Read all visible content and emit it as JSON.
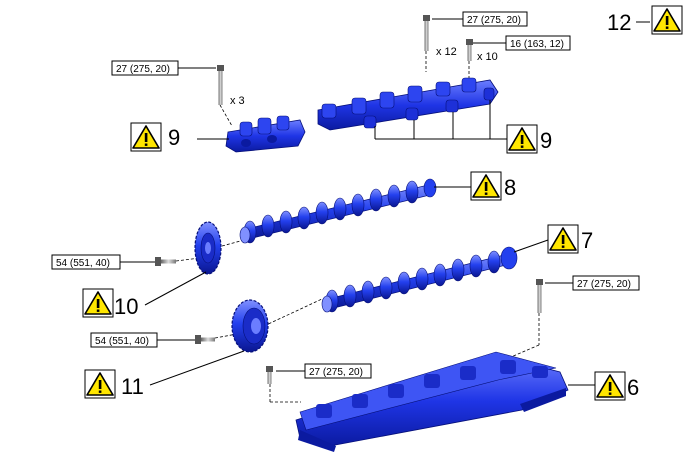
{
  "colors": {
    "part_fill": "#1f35e6",
    "part_dark": "#0b1aa0",
    "part_light": "#6b7dff",
    "warning_fill": "#ffe600",
    "line": "#000000"
  },
  "torque_labels": {
    "t_camcap_top": "27 (275, 20)",
    "t_camcap_small": "16 (163, 12)",
    "t_camcap_left": "27 (275, 20)",
    "t_gear_upper": "54 (551, 40)",
    "t_gear_lower": "54 (551, 40)",
    "t_housing_right": "27 (275, 20)",
    "t_housing_left": "27 (275, 20)"
  },
  "quantities": {
    "q_x12": "x 12",
    "q_x10": "x 10",
    "q_x3": "x 3"
  },
  "steps": {
    "s12": "12",
    "s9_left": "9",
    "s9_right": "9",
    "s8": "8",
    "s7": "7",
    "s10": "10",
    "s11": "11",
    "s6": "6"
  },
  "icons": {
    "warning": "warning-triangle-icon",
    "bolt": "bolt-icon"
  }
}
